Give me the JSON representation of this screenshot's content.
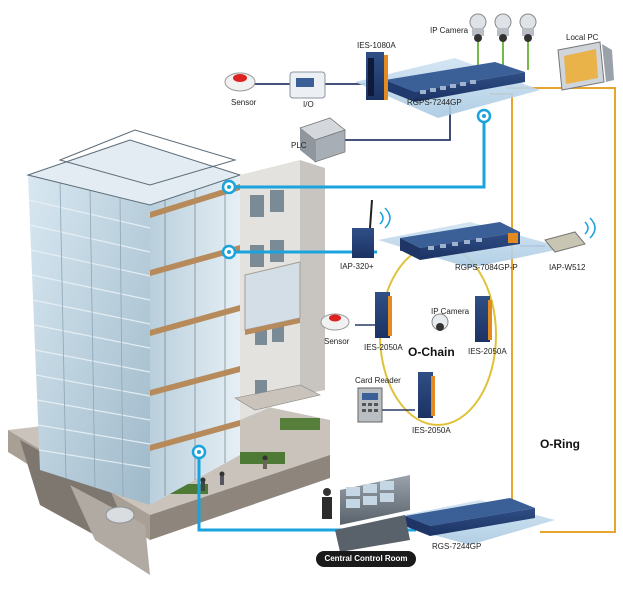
{
  "labels": {
    "ip_camera_top": "IP Camera",
    "local_pc": "Local  PC",
    "ies_1080a": "IES-1080A",
    "sensor_top": "Sensor",
    "io": "I/O",
    "rgps_7244gp": "RGPS-7244GP",
    "plc": "PLC",
    "iap_320": "IAP-320+",
    "rgps_7084gp_p": "RGPS-7084GP-P",
    "iap_w512": "IAP-W512",
    "ip_camera_mid": "IP Camera",
    "sensor_mid": "Sensor",
    "ies_2050a_left": "IES-2050A",
    "ies_2050a_right": "IES-2050A",
    "o_chain": "O-Chain",
    "card_reader": "Card Reader",
    "ies_2050a_bottom": "IES-2050A",
    "o_ring": "O-Ring",
    "rgs_7244gp": "RGS-7244GP",
    "central_control_room": "Central Control Room"
  },
  "colors": {
    "blue_link": "#1aa3dc",
    "ring_orange": "#e8a431",
    "chain_yellow": "#e0c238",
    "dark_line": "#2a3a6a",
    "camera_link_green": "#78b84a"
  }
}
